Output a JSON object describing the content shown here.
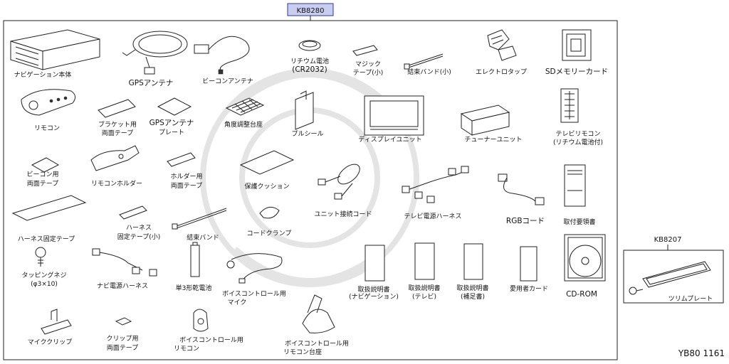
{
  "kit_main": "KB8280",
  "kit_sub": "KB8207",
  "figure_ref": "YB80 1161",
  "parts": {
    "nav_unit": "ナビゲーション本体",
    "gps_antenna": "GPSアンテナ",
    "beacon_antenna": "ビーコンアンテナ",
    "lithium_battery": [
      "リチウム電池",
      "(CR2032)"
    ],
    "magic_tape": [
      "マジック",
      "テープ(小)"
    ],
    "cable_tie_small": "結束バンド(小)",
    "electro_tap": "エレクトロタップ",
    "sd_card": "SDメモリーカード",
    "remote": "リモコン",
    "bracket_tape": [
      "ブラケット用",
      "両面テープ"
    ],
    "gps_plate": [
      "GPSアンテナ",
      "プレート"
    ],
    "angle_base": "角度調整台座",
    "pull_seal": "プルシール",
    "display_unit": "ディスプレイユニット",
    "tuner_unit": "チューナーユニット",
    "tv_remote": [
      "テレビリモコン",
      "(リチウム電池付)"
    ],
    "beacon_tape": [
      "ビーコン用",
      "両面テープ"
    ],
    "remote_holder": "リモコンホルダー",
    "holder_tape": [
      "ホルダー用",
      "両面テープ"
    ],
    "cushion": "保護クッション",
    "unit_cord": "ユニット接続コード",
    "tv_harness": "テレビ電源ハーネス",
    "rgb_cord": "RGBコード",
    "install_manual": "取付要領書",
    "harness_tape": "ハーネス固定テープ",
    "harness_tape_small": [
      "ハーネス",
      "固定テープ(小)"
    ],
    "cable_tie": "結束バンド",
    "cord_clamp": "コードクランプ",
    "tapping_screw": [
      "タッピングネジ",
      "(φ3×10)"
    ],
    "nav_harness": "ナビ電源ハーネス",
    "aa_battery": "単3形乾電池",
    "voice_mic": [
      "ボイスコントロール用",
      "マイク"
    ],
    "manual_nav": [
      "取扱説明書",
      "(ナビゲーション)"
    ],
    "manual_tv": [
      "取扱説明書",
      "(テレビ)"
    ],
    "manual_supp": [
      "取扱説明書",
      "(補足書)"
    ],
    "user_card": "愛用者カード",
    "cd_rom": "CD-ROM",
    "trim_plate": "ツリムプレート",
    "mic_clip": "マイククリップ",
    "clip_tape": [
      "クリップ用",
      "両面テープ"
    ],
    "voice_remote": [
      "ボイスコントロール用",
      "リモコン"
    ],
    "voice_remote_base": [
      "ボイスコントロール用",
      "リモコン台座"
    ]
  }
}
